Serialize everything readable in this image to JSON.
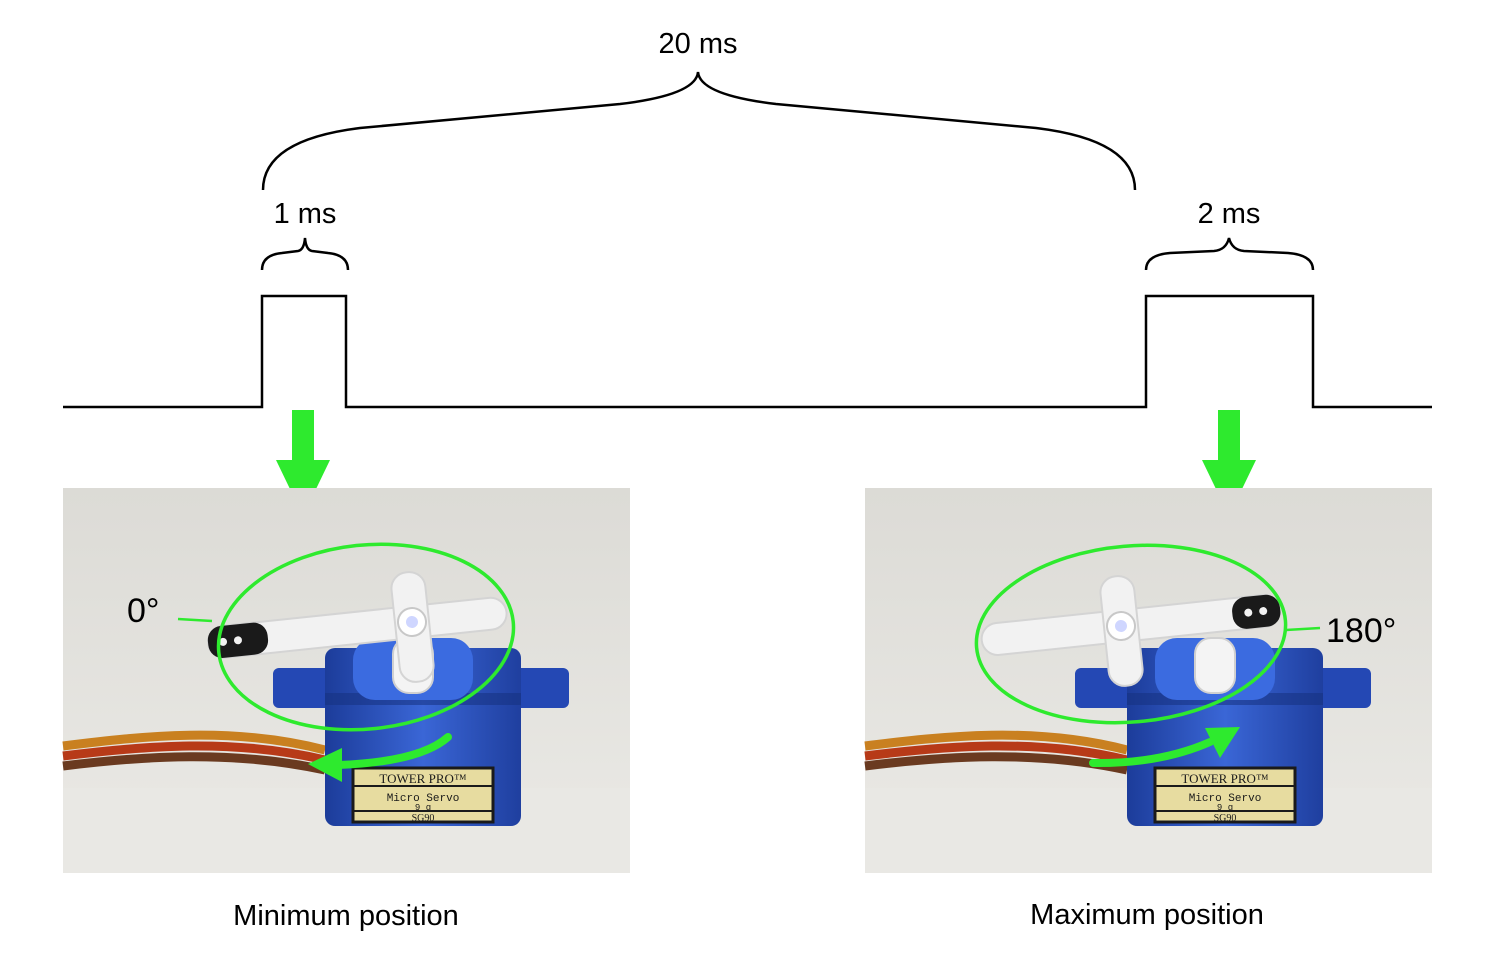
{
  "timing": {
    "period_label": "20 ms",
    "pulse_min_label": "1 ms",
    "pulse_max_label": "2 ms"
  },
  "panels": [
    {
      "angle_label": "0°",
      "caption": "Minimum position",
      "brand": "TOWER PRO™",
      "model_line1": "Micro Servo",
      "model_line2": "9 g",
      "model_code": "SG90"
    },
    {
      "angle_label": "180°",
      "caption": "Maximum position",
      "brand": "TOWER PRO™",
      "model_line1": "Micro Servo",
      "model_line2": "9 g",
      "model_code": "SG90"
    }
  ],
  "colors": {
    "accent_green": "#2eea2e",
    "signal": "#000000",
    "servo_blue": "#2d55c8",
    "photo_bg": "#e2e1dc"
  }
}
